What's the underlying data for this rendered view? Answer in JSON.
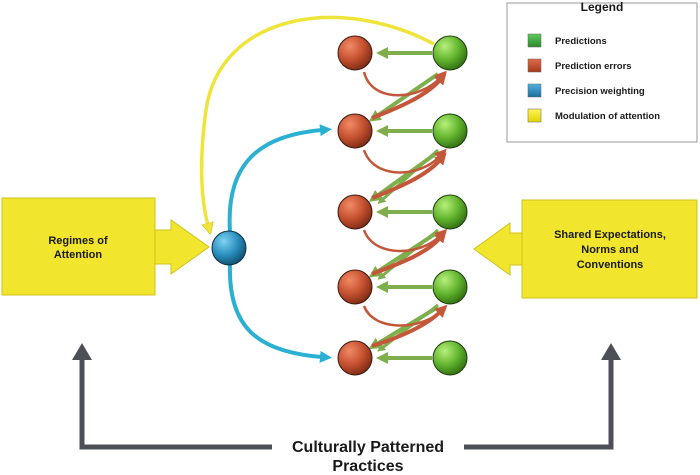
{
  "left_box": {
    "line1": "Regimes of",
    "line2": "Attention"
  },
  "right_box": {
    "line1": "Shared Expectations,",
    "line2": "Norms and",
    "line3": "Conventions"
  },
  "bottom": {
    "line1": "Culturally Patterned",
    "line2": "Practices"
  },
  "legend": {
    "title": "Legend",
    "items": [
      {
        "label": "Predictions",
        "color": "#3aa640"
      },
      {
        "label": "Prediction errors",
        "color": "#c44f2d"
      },
      {
        "label": "Precision weighting",
        "color": "#2a8fbf"
      },
      {
        "label": "Modulation of attention",
        "color": "#f2e500"
      }
    ]
  },
  "colors": {
    "prediction_arrow": "#7fae4c",
    "error_arrow": "#c4573a",
    "precision_arrow": "#2ab0d0",
    "attention_arrow": "#efe53a",
    "box_fill": "#f2e52e",
    "dark_arrow": "#4c5157"
  }
}
